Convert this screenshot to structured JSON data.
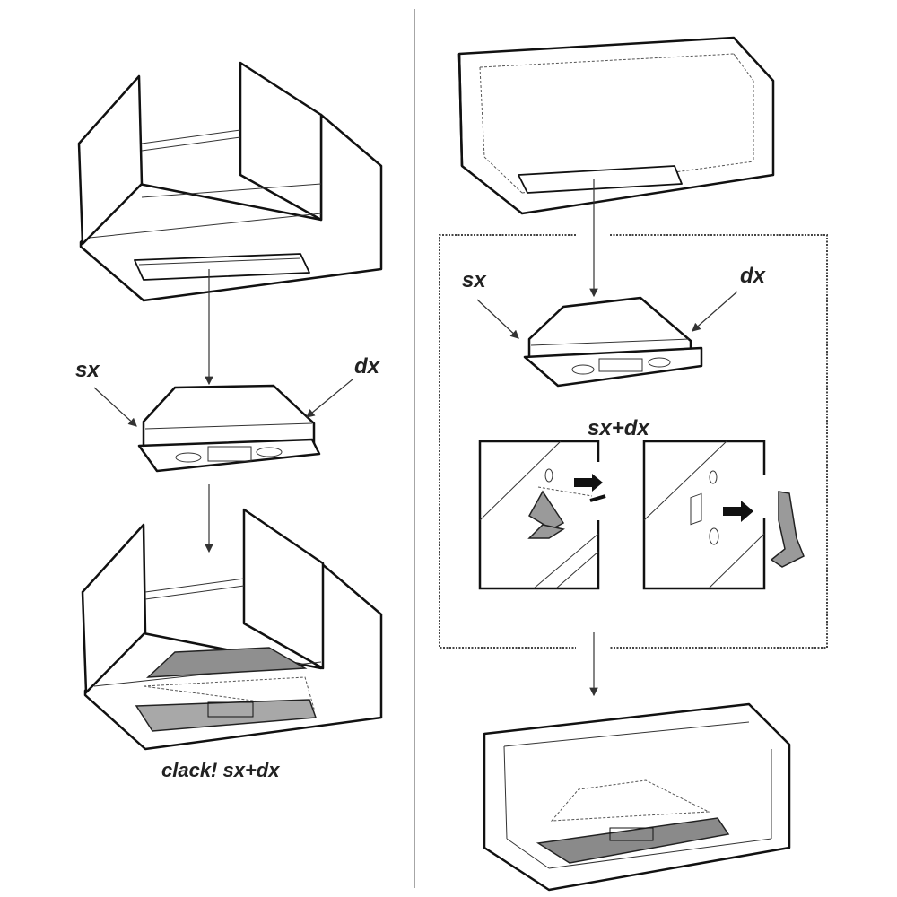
{
  "left_panel": {
    "label_sx": "sx",
    "label_dx": "dx",
    "caption": "clack! sx+dx"
  },
  "right_panel": {
    "label_sx": "sx",
    "label_dx": "dx",
    "detail_caption": "sx+dx"
  },
  "colors": {
    "line": "#111111",
    "fill_grey": "#9a9a9a",
    "divider": "#888888"
  }
}
